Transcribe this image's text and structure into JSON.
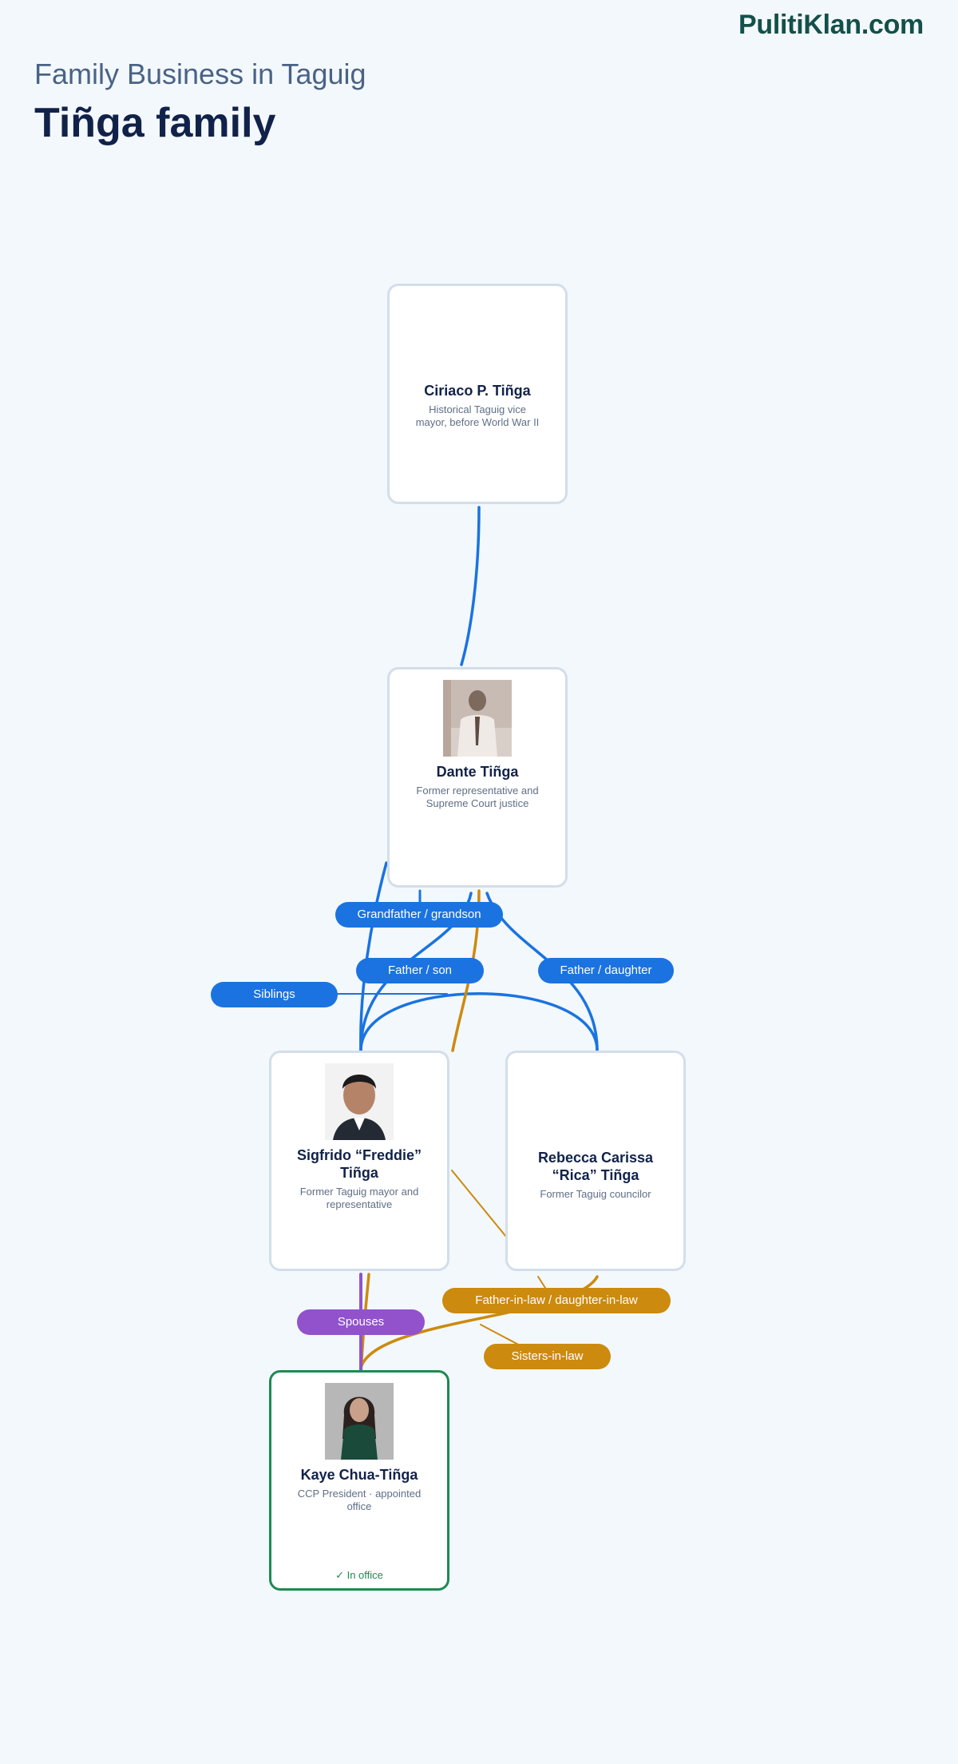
{
  "brand": "PulitiKlan.com",
  "subtitle": "Family Business in Taguig",
  "title": "Tiñga family",
  "colors": {
    "blood_relation": "#1a73e0",
    "in_law": "#cc8a0f",
    "spouse": "#9152cc",
    "in_office": "#1e8a52",
    "card_border": "#d3deea"
  },
  "people": {
    "ciriaco": {
      "name": "Ciriaco P. Tiñga",
      "role": "Historical Taguig vice mayor, before World War II"
    },
    "dante": {
      "name": "Dante Tiñga",
      "role": "Former representative and Supreme Court justice"
    },
    "freddie": {
      "name": "Sigfrido “Freddie” Tiñga",
      "role": "Former Taguig mayor and representative"
    },
    "rica": {
      "name": "Rebecca Carissa “Rica” Tiñga",
      "role": "Former Taguig councilor"
    },
    "kaye": {
      "name": "Kaye Chua-Tiñga",
      "role": "CCP President · appointed office",
      "status": "✓ In office"
    }
  },
  "relations": {
    "grandfather_grandson": "Grandfather / grandson",
    "father_son": "Father / son",
    "father_daughter": "Father / daughter",
    "siblings": "Siblings",
    "father_in_law": "Father-in-law / daughter-in-law",
    "spouses": "Spouses",
    "sisters_in_law": "Sisters-in-law"
  }
}
